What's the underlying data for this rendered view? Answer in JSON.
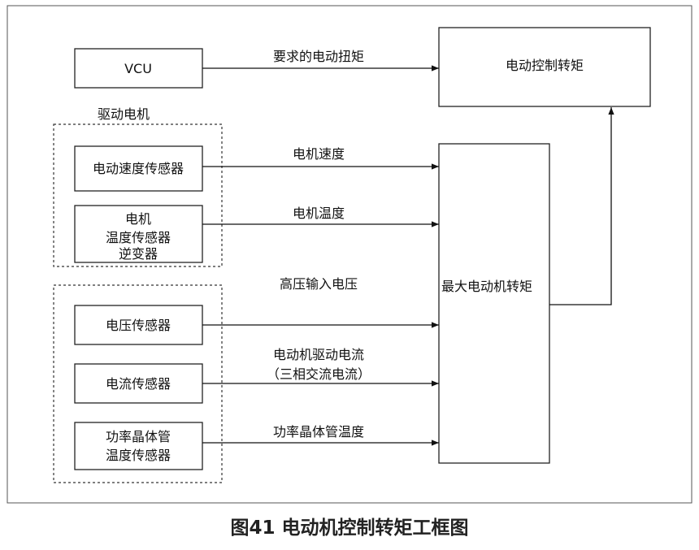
{
  "boxes": {
    "vcu": "VCU",
    "motor_speed_sensor": "电动速度传感器",
    "motor_temp_sensor": [
      "电机",
      "温度传感器",
      "逆变器"
    ],
    "voltage_sensor": "电压传感器",
    "current_sensor": "电流传感器",
    "transistor_temp_sensor": [
      "功率晶体管",
      "温度传感器"
    ],
    "max_torque": "最大电动机转矩",
    "torque_control": "电动控制转矩"
  },
  "groups": {
    "drive_motor_label": "驱动电机"
  },
  "signals": {
    "requested_torque": "要求的电动扭矩",
    "motor_speed": "电机速度",
    "motor_temp": "电机温度",
    "hv_input": "高压输入电压",
    "drive_current": [
      "电动机驱动电流",
      "（三相交流电流）"
    ],
    "transistor_temp": "功率晶体管温度"
  },
  "caption": "图41 电动机控制转矩工框图"
}
